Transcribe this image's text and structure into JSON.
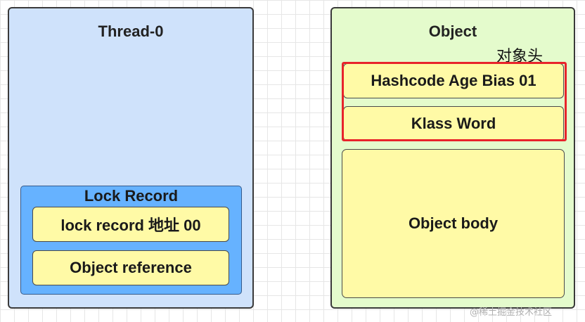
{
  "thread": {
    "title": "Thread-0",
    "lock_record": {
      "title": "Lock Record",
      "fields": [
        "lock  record 地址 00",
        "Object reference"
      ]
    }
  },
  "object": {
    "title": "Object",
    "header_label": "对象头",
    "header_fields": [
      "Hashcode Age Bias 01",
      "Klass Word"
    ],
    "body": "Object body"
  },
  "credit": "@稀土掘金技术社区",
  "colors": {
    "thread_bg": "#cfe2fb",
    "lock_record_bg": "#66b2ff",
    "object_bg": "#e4fbcc",
    "field_bg": "#fffaa6",
    "highlight": "#e8242b"
  }
}
